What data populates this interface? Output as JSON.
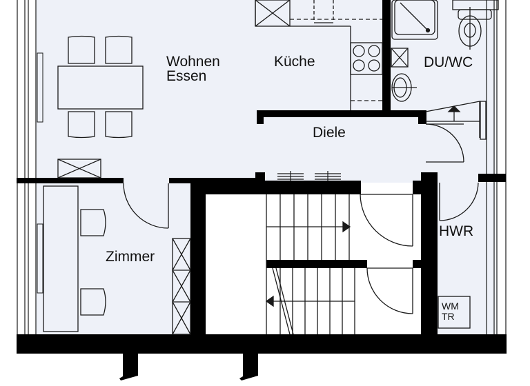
{
  "plan": {
    "colors": {
      "floor": "#eef1f8",
      "stair_floor": "#ffffff",
      "wall": "#000000",
      "line": "#1a1a1a"
    },
    "rooms": [
      {
        "id": "wohnen",
        "label_line1": "Wohnen",
        "label_line2": "Essen"
      },
      {
        "id": "kueche",
        "label": "Küche"
      },
      {
        "id": "du-wc",
        "label": "DU/WC"
      },
      {
        "id": "diele",
        "label": "Diele"
      },
      {
        "id": "zimmer",
        "label": "Zimmer"
      },
      {
        "id": "hwr",
        "label": "HWR"
      }
    ],
    "appliance": {
      "line1": "WM",
      "line2": "TR"
    }
  }
}
